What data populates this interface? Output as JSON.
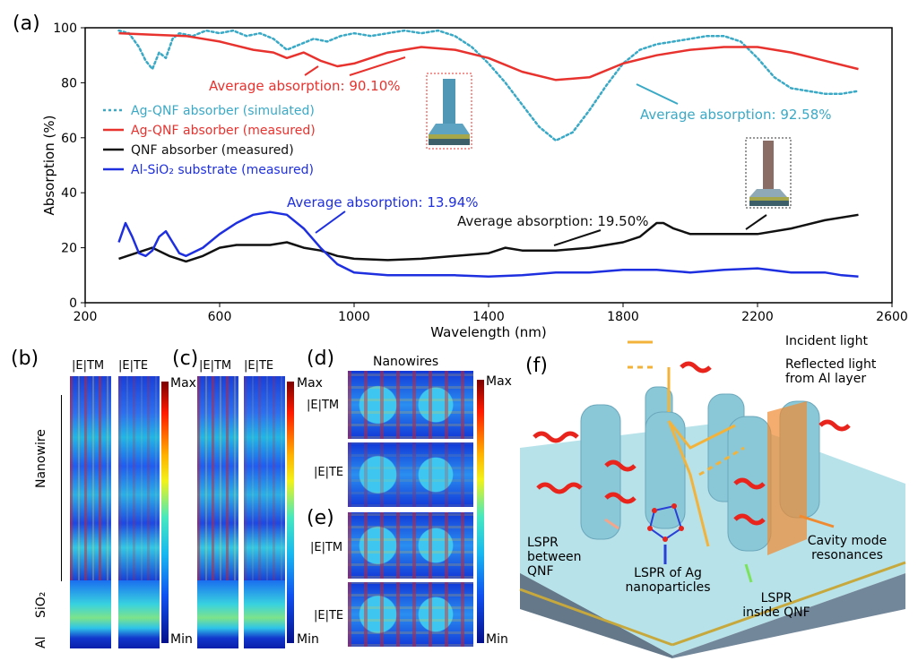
{
  "panels": {
    "a": "(a)",
    "b": "(b)",
    "c": "(c)",
    "d": "(d)",
    "e": "(e)",
    "f": "(f)"
  },
  "chart_data": {
    "type": "line",
    "xlabel": "Wavelength (nm)",
    "ylabel": "Absorption (%)",
    "xlim": [
      200,
      2600
    ],
    "ylim": [
      0,
      100
    ],
    "xticks": [
      200,
      600,
      1000,
      1400,
      1800,
      2200,
      2600
    ],
    "yticks": [
      0,
      20,
      40,
      60,
      80,
      100
    ],
    "legend_position": "left",
    "series": [
      {
        "name": "Ag-QNF absorber (simulated)",
        "color": "#3aa9c6",
        "style": "dotted",
        "x": [
          300,
          330,
          360,
          380,
          400,
          420,
          440,
          460,
          480,
          520,
          560,
          600,
          640,
          680,
          720,
          760,
          800,
          840,
          880,
          920,
          960,
          1000,
          1050,
          1100,
          1150,
          1200,
          1250,
          1300,
          1350,
          1400,
          1450,
          1500,
          1550,
          1600,
          1650,
          1700,
          1750,
          1800,
          1850,
          1900,
          1950,
          2000,
          2050,
          2100,
          2150,
          2200,
          2250,
          2300,
          2350,
          2400,
          2450,
          2500
        ],
        "y": [
          99,
          98,
          93,
          88,
          85,
          91,
          89,
          96,
          98,
          97,
          99,
          98,
          99,
          97,
          98,
          96,
          92,
          94,
          96,
          95,
          97,
          98,
          97,
          98,
          99,
          98,
          99,
          97,
          93,
          87,
          80,
          72,
          64,
          59,
          62,
          70,
          79,
          87,
          92,
          94,
          95,
          96,
          97,
          97,
          95,
          89,
          82,
          78,
          77,
          76,
          76,
          77
        ]
      },
      {
        "name": "Ag-QNF absorber (measured)",
        "color": "#e8322e",
        "style": "solid",
        "x": [
          300,
          400,
          500,
          600,
          700,
          760,
          800,
          850,
          900,
          950,
          1000,
          1100,
          1200,
          1300,
          1400,
          1500,
          1600,
          1700,
          1800,
          1900,
          2000,
          2100,
          2200,
          2300,
          2400,
          2500
        ],
        "y": [
          98,
          97.5,
          97,
          95,
          92,
          91,
          89,
          91,
          88,
          86,
          87,
          91,
          93,
          92,
          89,
          84,
          81,
          82,
          87,
          90,
          92,
          93,
          93,
          91,
          88,
          85
        ]
      },
      {
        "name": "QNF absorber (measured)",
        "color": "#111111",
        "style": "solid",
        "x": [
          300,
          350,
          400,
          450,
          500,
          550,
          600,
          650,
          700,
          750,
          800,
          850,
          900,
          950,
          1000,
          1100,
          1200,
          1300,
          1400,
          1450,
          1500,
          1600,
          1700,
          1800,
          1850,
          1900,
          1920,
          1950,
          2000,
          2100,
          2200,
          2300,
          2400,
          2500
        ],
        "y": [
          16,
          18,
          20,
          17,
          15,
          17,
          20,
          21,
          21,
          21,
          22,
          20,
          19,
          17,
          16,
          15.5,
          16,
          17,
          18,
          20,
          19,
          19,
          20,
          22,
          24,
          29,
          29,
          27,
          25,
          25,
          25,
          27,
          30,
          32
        ]
      },
      {
        "name": "Al-SiO₂ substrate (measured)",
        "color": "#1e2fe0",
        "style": "solid",
        "x": [
          300,
          320,
          340,
          360,
          380,
          400,
          420,
          440,
          460,
          480,
          500,
          550,
          600,
          650,
          700,
          750,
          800,
          850,
          900,
          950,
          1000,
          1100,
          1200,
          1300,
          1400,
          1500,
          1600,
          1700,
          1800,
          1900,
          2000,
          2100,
          2200,
          2300,
          2400,
          2450,
          2500
        ],
        "y": [
          22,
          29,
          24,
          18,
          17,
          19,
          24,
          26,
          22,
          18,
          17,
          20,
          25,
          29,
          32,
          33,
          32,
          27,
          20,
          14,
          11,
          10,
          10,
          10,
          9.5,
          10,
          11,
          11,
          12,
          12,
          11,
          12,
          12.5,
          11,
          11,
          10,
          9.5
        ]
      }
    ],
    "annotations": [
      {
        "text": "Average absorption: 90.10%",
        "color": "#e8322e"
      },
      {
        "text": "Average absorption: 92.58%",
        "color": "#3aa9c6"
      },
      {
        "text": "Average absorption: 13.94%",
        "color": "#1e2fe0"
      },
      {
        "text": "Average absorption: 19.50%",
        "color": "#111111"
      }
    ]
  },
  "fieldmaps": {
    "etm": "|E|TM",
    "ete": "|E|TE",
    "max": "Max",
    "min": "Min",
    "nanowire": "Nanowire",
    "sio2": "SiO₂",
    "al": "Al",
    "nanowires": "Nanowires"
  },
  "schematic": {
    "incident": "Incident light",
    "reflected": "Reflected light from Al layer",
    "lspr_between": "LSPR between QNF",
    "lspr_ag": "LSPR of Ag nanoparticles",
    "lspr_inside": "LSPR inside QNF",
    "cavity": "Cavity mode resonances"
  }
}
